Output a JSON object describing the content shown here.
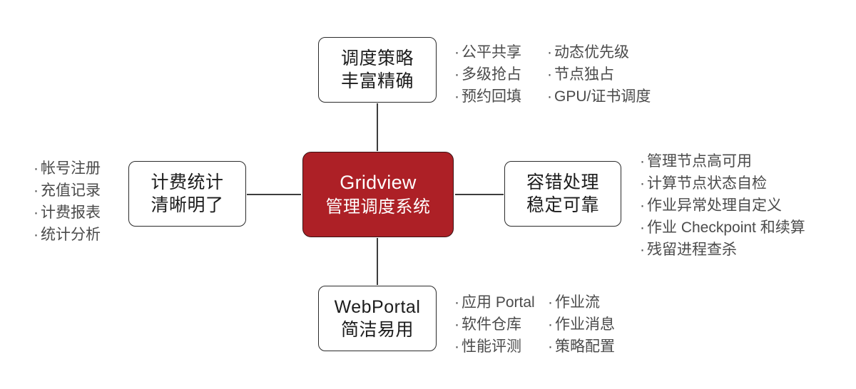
{
  "theme": {
    "accent": "#ad2026",
    "box_border": "#2b2b2b",
    "connector": "#3d3d3d",
    "bullet_text": "#4b4b4b",
    "box_text": "#1c1c1c",
    "center_text": "#ffffff",
    "background": "#ffffff"
  },
  "center": {
    "title_en": "Gridview",
    "title_cn": "管理调度系统"
  },
  "nodes": {
    "top": {
      "line1": "调度策略",
      "line2": "丰富精确",
      "bullets_col1": [
        "公平共享",
        "多级抢占",
        "预约回填"
      ],
      "bullets_col2": [
        "动态优先级",
        "节点独占",
        "GPU/证书调度"
      ]
    },
    "left": {
      "line1": "计费统计",
      "line2": "清晰明了",
      "bullets_col1": [
        "帐号注册",
        "充值记录",
        "计费报表",
        "统计分析"
      ]
    },
    "right": {
      "line1": "容错处理",
      "line2": "稳定可靠",
      "bullets_col1": [
        "管理节点高可用",
        "计算节点状态自检",
        "作业异常处理自定义",
        "作业 Checkpoint 和续算",
        "残留进程查杀"
      ]
    },
    "bottom": {
      "line1": "WebPortal",
      "line2": "简洁易用",
      "bullets_col1": [
        "应用 Portal",
        "软件仓库",
        "性能评测"
      ],
      "bullets_col2": [
        "作业流",
        "作业消息",
        "策略配置"
      ]
    }
  }
}
